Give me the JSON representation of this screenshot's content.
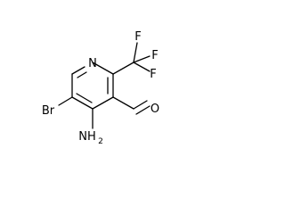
{
  "structure": {
    "labels": {
      "ring_nitrogen": "N",
      "bromine": "Br",
      "amino_n": "NH",
      "amino_subscript": "2",
      "aldehyde_oxygen": "O",
      "fluorine_top": "F",
      "fluorine_right": "F",
      "fluorine_bottom": "F"
    }
  }
}
